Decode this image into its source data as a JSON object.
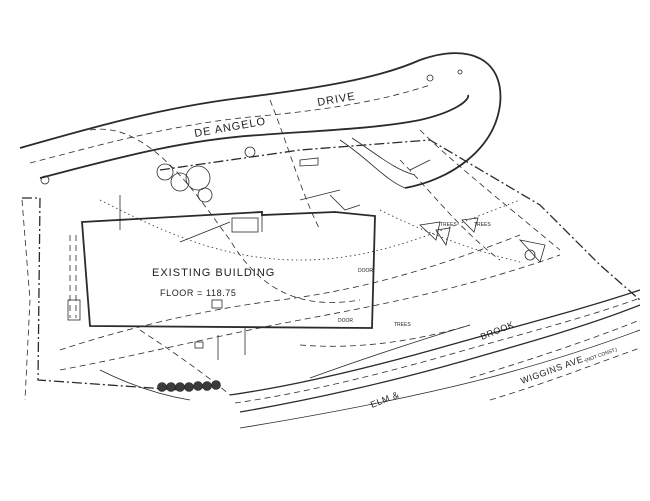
{
  "labels": {
    "street_north": "DE ANGELO",
    "street_north_suffix": "DRIVE",
    "building_name": "EXISTING BUILDING",
    "building_floor": "FLOOR = 118.75",
    "brook": "BROOK",
    "brook_prefix": "ELM & ",
    "avenue": "WIGGINS AVE.",
    "avenue_note": "(NOT CONST.)",
    "trees_1": "TREES",
    "trees_2": "TREES",
    "trees_3": "TREES",
    "door_1": "DOOR",
    "door_2": "DOOR"
  },
  "colors": {
    "ink": "#2b2b2b",
    "paper": "#ffffff"
  }
}
